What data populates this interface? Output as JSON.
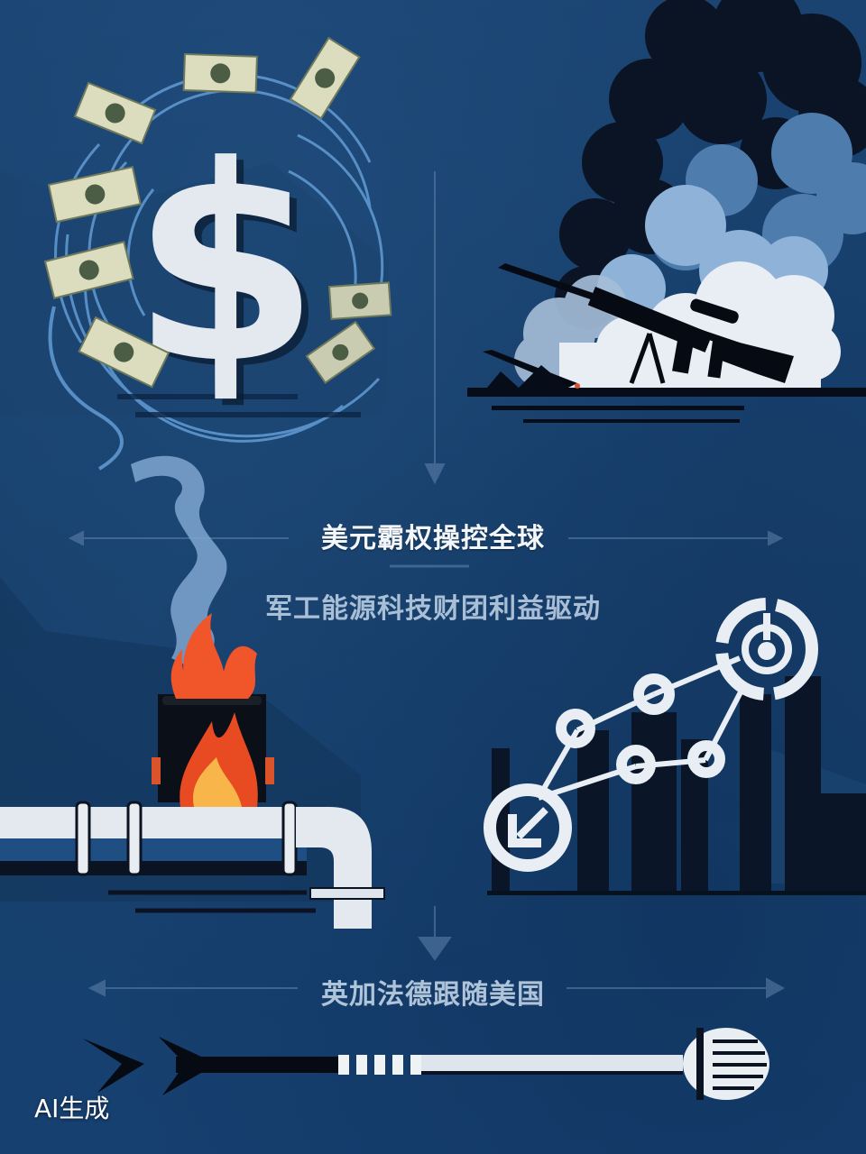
{
  "poster": {
    "captions": {
      "main": "美元霸权操控全球",
      "sub": "军工能源科技财团利益驱动",
      "third": "英加法德跟随美国"
    },
    "watermark": "AI生成",
    "icons": {
      "dollar_symbol": "$",
      "panels": [
        "dollar-vortex-icon",
        "rifle-smoke-icon",
        "burning-pipeline-icon",
        "tech-network-icon",
        "arrow-microphone-icon"
      ]
    },
    "colors": {
      "background": "#173f6b",
      "accent_flame": "#f0562a",
      "flame_core": "#f7b54a",
      "silver": "#e6ebf0",
      "silhouette": "#0b1220",
      "smoke_light": "#7fa6cf"
    }
  }
}
